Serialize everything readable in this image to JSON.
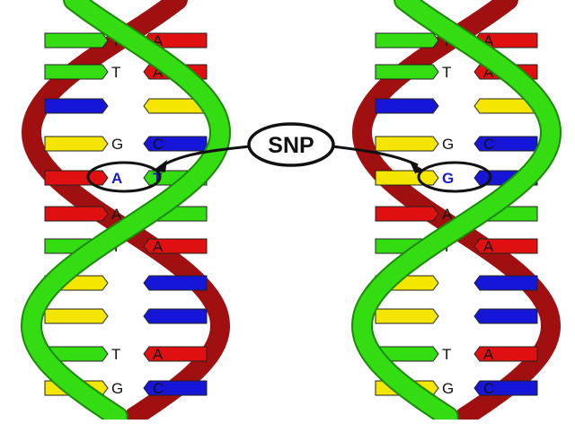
{
  "colors": {
    "adenine_red": "#e01010",
    "thymine_green": "#33dd11",
    "guanine_yellow": "#f5e600",
    "cytosine_blue": "#1616d8",
    "backbone_green": "#33dd11",
    "backbone_red": "#a01010",
    "snp_text_blue": "#1a1ac8"
  },
  "snp_label": "SNP",
  "left_helix": {
    "rows": [
      {
        "left": "T",
        "right": "A"
      },
      {
        "left": "T",
        "right": "A"
      },
      {
        "left": "",
        "right": ""
      },
      {
        "left": "G",
        "right": "C"
      },
      {
        "left": "A",
        "right": "T"
      },
      {
        "left": "A",
        "right": "T"
      },
      {
        "left": "T",
        "right": "A"
      },
      {
        "left": "",
        "right": ""
      },
      {
        "left": "",
        "right": ""
      },
      {
        "left": "T",
        "right": "A"
      },
      {
        "left": "G",
        "right": "C"
      }
    ]
  },
  "right_helix": {
    "rows": [
      {
        "left": "T",
        "right": "A"
      },
      {
        "left": "T",
        "right": "A"
      },
      {
        "left": "",
        "right": ""
      },
      {
        "left": "G",
        "right": "C"
      },
      {
        "left": "G",
        "right": "C"
      },
      {
        "left": "A",
        "right": "T"
      },
      {
        "left": "T",
        "right": "A"
      },
      {
        "left": "",
        "right": ""
      },
      {
        "left": "",
        "right": ""
      },
      {
        "left": "T",
        "right": "A"
      },
      {
        "left": "G",
        "right": "C"
      }
    ]
  }
}
